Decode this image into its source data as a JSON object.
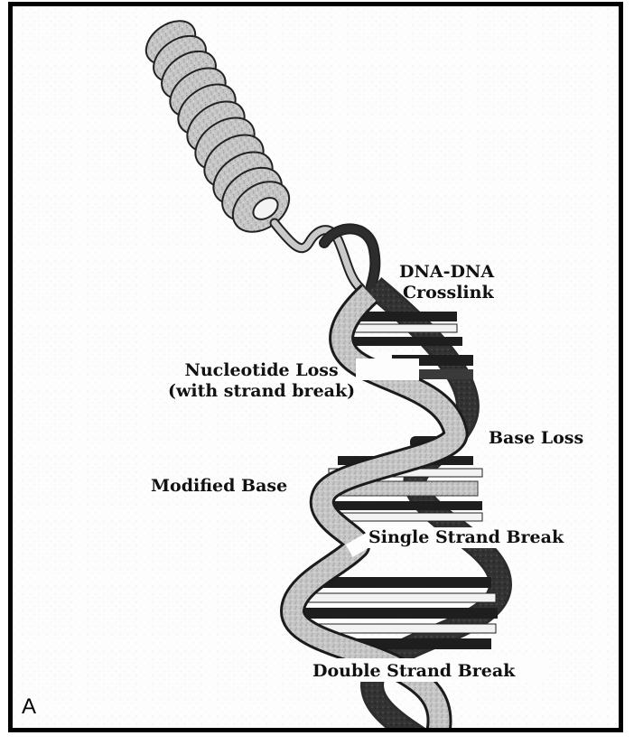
{
  "figure": {
    "panel_letter": "A",
    "labels": {
      "crosslink_line1": "DNA-DNA",
      "crosslink_line2": "Crosslink",
      "nucleotide_loss_line1": "Nucleotide Loss",
      "nucleotide_loss_line2": "(with strand break)",
      "base_loss": "Base Loss",
      "modified_base": "Modified Base",
      "single_strand_break": "Single Strand Break",
      "double_strand_break": "Double Strand Break"
    },
    "colors": {
      "light_strand": "#c9c9c9",
      "dark_strand": "#3a3a3a",
      "rung_dark": "#1e1e1e",
      "rung_light": "#f2f2f2",
      "frame": "#000000"
    }
  }
}
